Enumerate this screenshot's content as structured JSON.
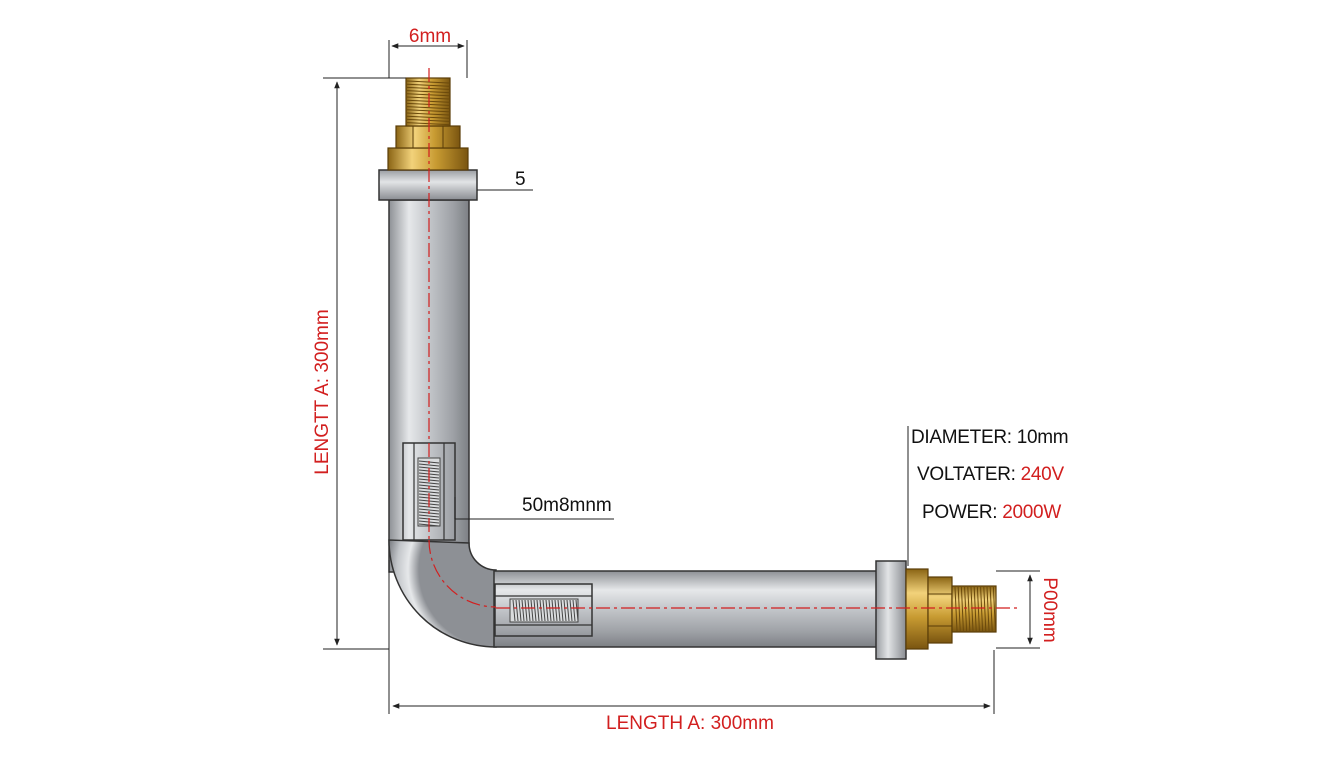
{
  "labels": {
    "top_width": "6mm",
    "flange_thickness": "5",
    "vertical_length": "LENGTT A: 300mm",
    "spring_label": "50m8mnm",
    "horizontal_length": "LENGTH A: 300mm",
    "right_height": "P00mm"
  },
  "specs": {
    "diameter_label": "DIAMETER:",
    "diameter_value": "10mm",
    "voltage_label": "VOLTATER:",
    "voltage_value": "240V",
    "power_label": "POWER:",
    "power_value": "2000W"
  },
  "colors": {
    "dimension_red": "#d21f1f",
    "brass": "#c9a23a",
    "steel": "#b9bcc0",
    "line": "#222222"
  }
}
